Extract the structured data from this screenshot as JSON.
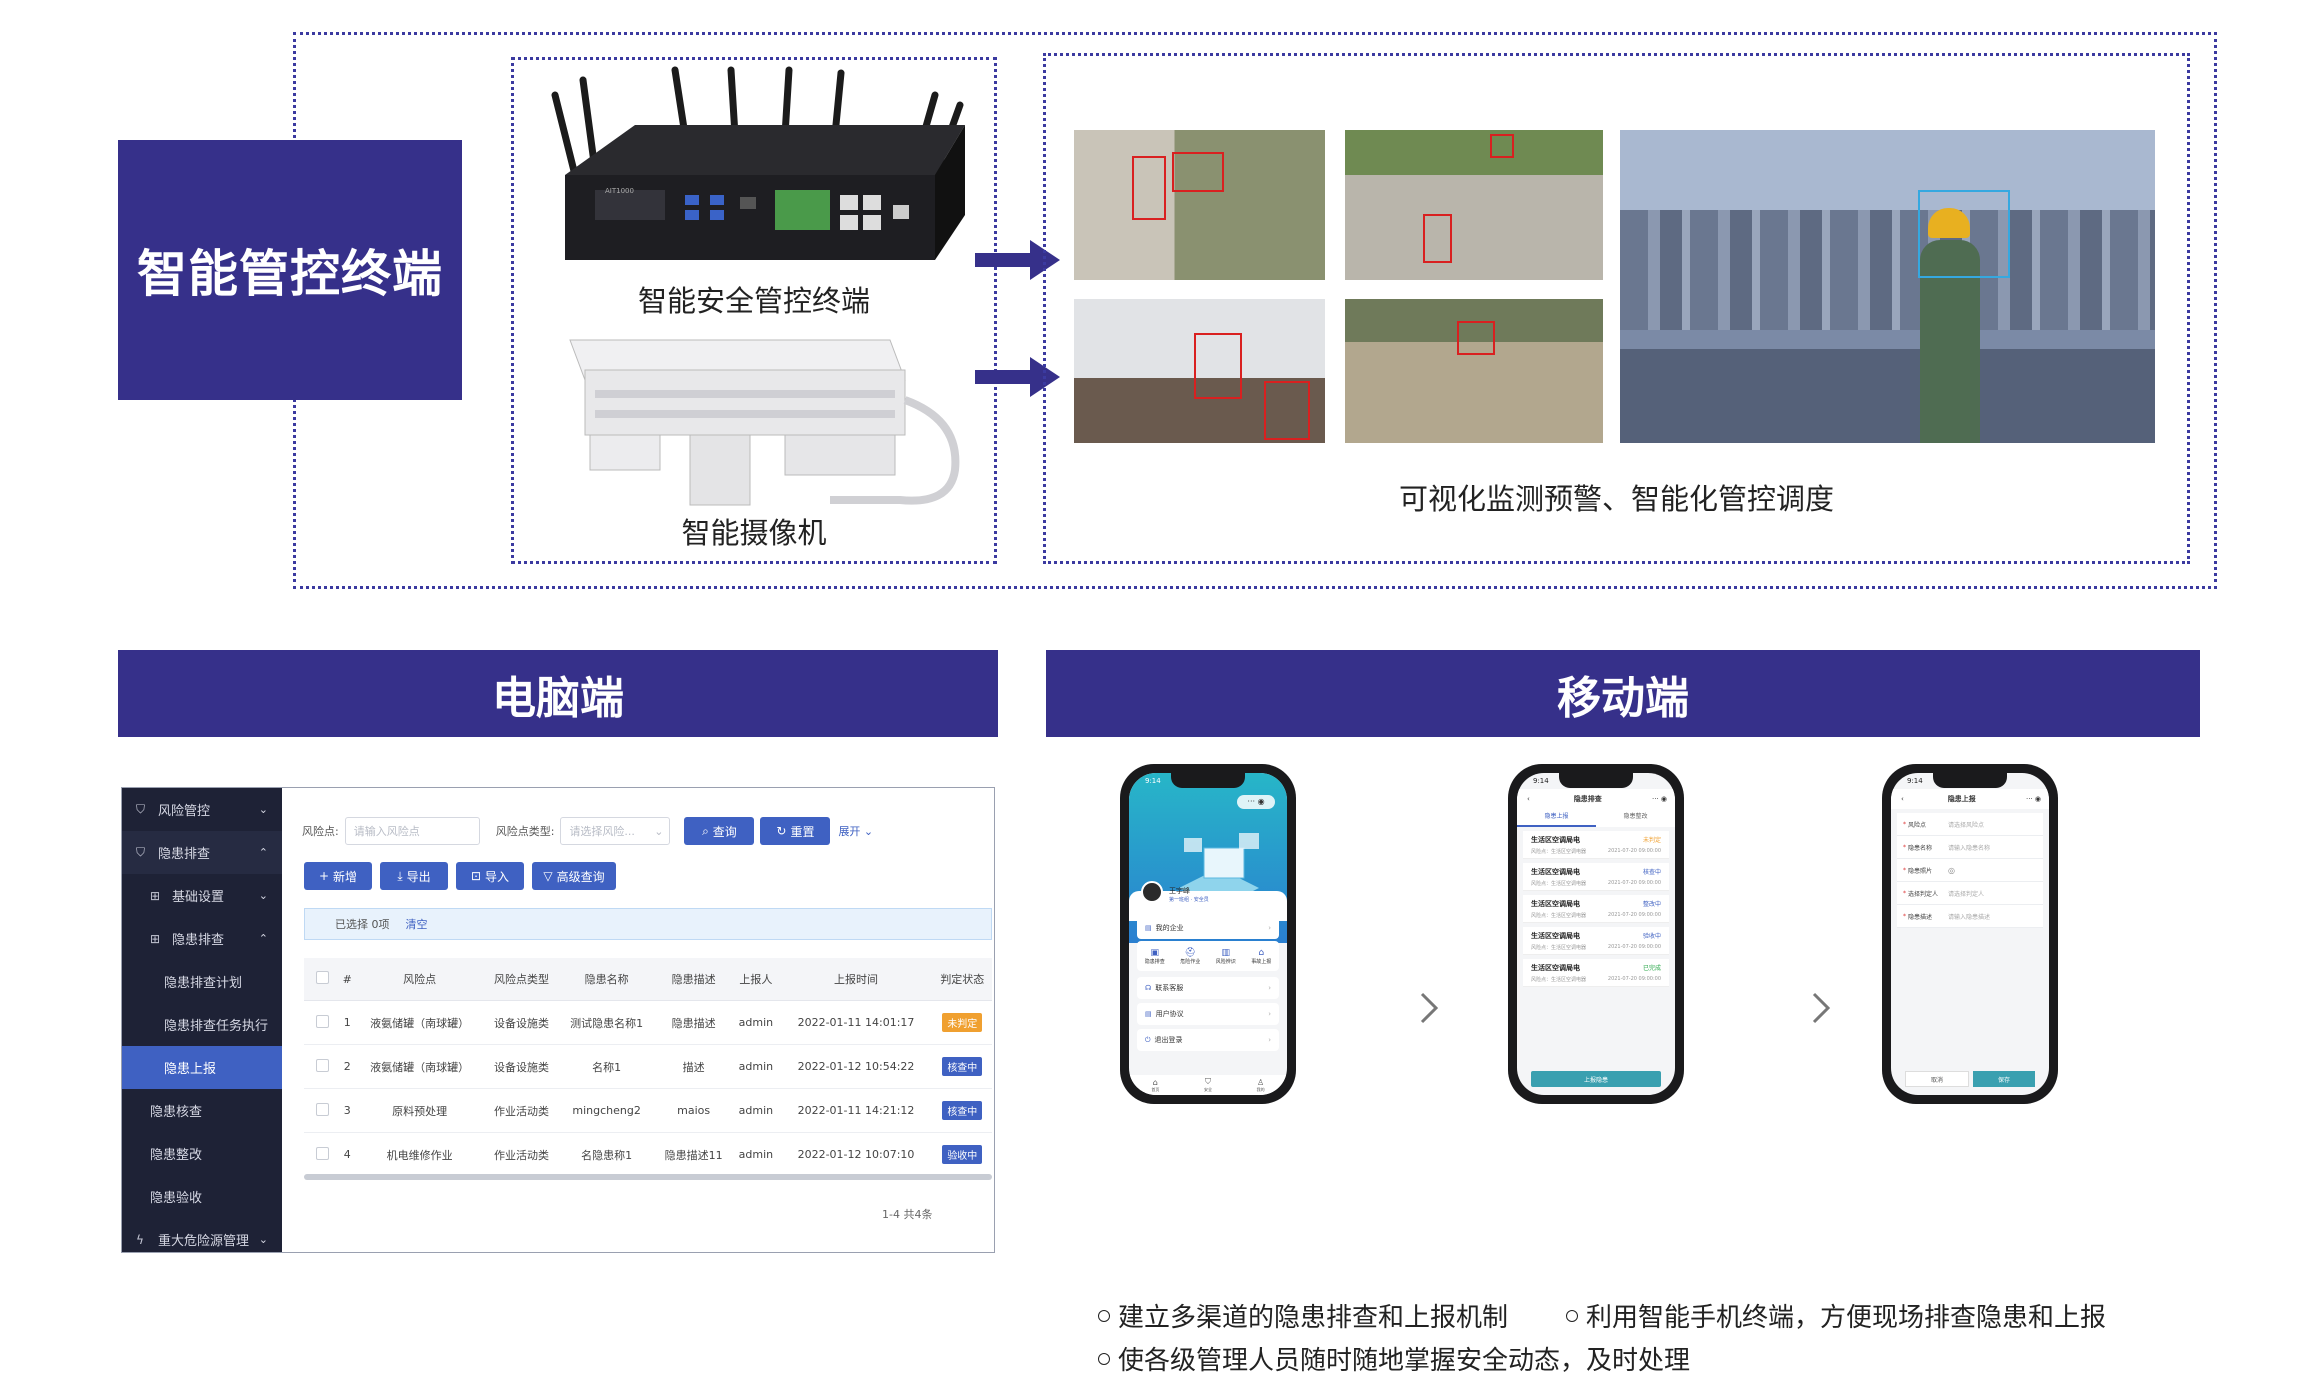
{
  "top": {
    "title": "智能管控终端",
    "device_caption": "智能安全管控终端",
    "camera_caption": "智能摄像机",
    "monitor_caption": "可视化监测预警、智能化管控调度"
  },
  "sections": {
    "desktop_title": "电脑端",
    "mobile_title": "移动端"
  },
  "desktop": {
    "sidebar": [
      {
        "label": "风险管控",
        "icon": "shield-icon",
        "chev": "⌄",
        "active": false,
        "indent": 0
      },
      {
        "label": "隐患排查",
        "icon": "shield-icon",
        "chev": "⌃",
        "active": false,
        "indent": 0
      },
      {
        "label": "基础设置",
        "icon": "grid-icon",
        "chev": "⌄",
        "active": false,
        "indent": 1
      },
      {
        "label": "隐患排查",
        "icon": "grid-icon",
        "chev": "⌃",
        "active": false,
        "indent": 1
      },
      {
        "label": "隐患排查计划",
        "icon": "",
        "chev": "",
        "active": false,
        "indent": 2
      },
      {
        "label": "隐患排查任务执行",
        "icon": "",
        "chev": "",
        "active": false,
        "indent": 2
      },
      {
        "label": "隐患上报",
        "icon": "",
        "chev": "",
        "active": true,
        "indent": 2
      },
      {
        "label": "隐患核查",
        "icon": "",
        "chev": "",
        "active": false,
        "indent": 1
      },
      {
        "label": "隐患整改",
        "icon": "",
        "chev": "",
        "active": false,
        "indent": 1
      },
      {
        "label": "隐患验收",
        "icon": "",
        "chev": "",
        "active": false,
        "indent": 1
      },
      {
        "label": "重大危险源管理",
        "icon": "bolt-icon",
        "chev": "⌄",
        "active": false,
        "indent": 0
      }
    ],
    "filters": {
      "risk_point_label": "风险点:",
      "risk_point_placeholder": "请输入风险点",
      "risk_type_label": "风险点类型:",
      "risk_type_placeholder": "请选择风险...",
      "query": "查询",
      "reset": "重置",
      "expand": "展开"
    },
    "toolbar": {
      "add": "新增",
      "export": "导出",
      "import": "导入",
      "advanced": "高级查询"
    },
    "selection": {
      "text": "已选择 0项",
      "clear": "清空"
    },
    "table": {
      "headers": [
        "#",
        "风险点",
        "风险点类型",
        "隐患名称",
        "隐患描述",
        "上报人",
        "上报时间",
        "判定状态"
      ],
      "rows": [
        {
          "no": "1",
          "point": "液氨储罐（南球罐）",
          "type": "设备设施类",
          "name": "测试隐患名称1",
          "desc": "隐患描述",
          "user": "admin",
          "time": "2022-01-11 14:01:17",
          "status": "未判定",
          "color": "#f0a030"
        },
        {
          "no": "2",
          "point": "液氨储罐（南球罐）",
          "type": "设备设施类",
          "name": "名称1",
          "desc": "描述",
          "user": "admin",
          "time": "2022-01-12 10:54:22",
          "status": "核查中",
          "color": "#3f61c2"
        },
        {
          "no": "3",
          "point": "原料预处理",
          "type": "作业活动类",
          "name": "mingcheng2",
          "desc": "maios",
          "user": "admin",
          "time": "2022-01-11 14:21:12",
          "status": "核查中",
          "color": "#3f61c2"
        },
        {
          "no": "4",
          "point": "机电维修作业",
          "type": "作业活动类",
          "name": "名隐患称1",
          "desc": "隐患描述11",
          "user": "admin",
          "time": "2022-01-12 10:07:10",
          "status": "验收中",
          "color": "#3f61c2"
        }
      ]
    },
    "pager": "1-4 共4条"
  },
  "mobile": {
    "time": "9:14",
    "p1": {
      "user": "王宇峰",
      "role": "第一班组 · 安全员",
      "my_company": "我的企业",
      "grid": [
        "隐患排查",
        "危险作业",
        "风险辨识",
        "事故上报"
      ],
      "rows": [
        "联系客服",
        "用户协议",
        "退出登录"
      ],
      "tabs": [
        "首页",
        "安全",
        "我的"
      ]
    },
    "p2": {
      "title": "隐患排查",
      "tabs": [
        "隐患上报",
        "隐患整改"
      ],
      "items": [
        {
          "title": "生活区空调局电",
          "status": "未判定",
          "color": "#f0a030"
        },
        {
          "title": "生活区空调局电",
          "status": "核查中",
          "color": "#3f61c2"
        },
        {
          "title": "生活区空调局电",
          "status": "整改中",
          "color": "#3f61c2"
        },
        {
          "title": "生活区空调局电",
          "status": "验收中",
          "color": "#3f61c2"
        },
        {
          "title": "生活区空调局电",
          "status": "已完成",
          "color": "#2aa84a"
        }
      ],
      "meta": "风险点：生活区空调电器",
      "date": "2021-07-20 09:00:00",
      "button": "上报隐患"
    },
    "p3": {
      "title": "隐患上报",
      "fields": [
        {
          "label": "风险点",
          "placeholder": "请选择风险点"
        },
        {
          "label": "隐患名称",
          "placeholder": "请输入隐患名称"
        },
        {
          "label": "隐患照片",
          "placeholder": ""
        },
        {
          "label": "选择判定人",
          "placeholder": "请选择判定人"
        },
        {
          "label": "隐患描述",
          "placeholder": "请输入隐患描述"
        }
      ],
      "cancel": "取消",
      "save": "保存"
    }
  },
  "bullets": {
    "b1": "建立多渠道的隐患排查和上报机制",
    "b2": "利用智能手机终端，方便现场排查隐患和上报",
    "b3": "使各级管理人员随时随地掌握安全动态，及时处理"
  },
  "colors": {
    "brand": "#36308a",
    "button": "#3f61c2",
    "warn": "#f0a030"
  }
}
